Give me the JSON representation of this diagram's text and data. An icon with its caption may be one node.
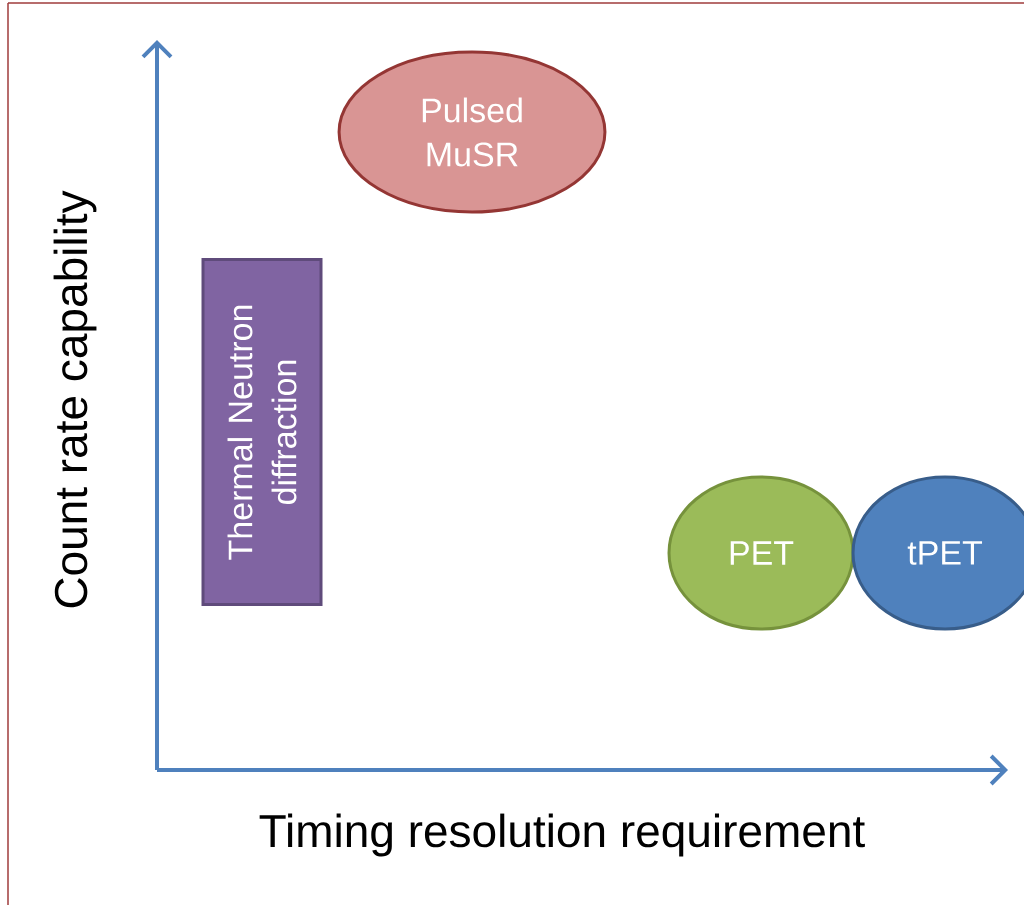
{
  "diagram": {
    "nodes": [
      {
        "text": [
          "Pulsed MuSR"
        ]
      },
      {
        "text": [
          "Thermal Neutron diffraction"
        ]
      },
      {
        "text": [
          "PET"
        ]
      },
      {
        "text": [
          "tPET"
        ]
      }
    ],
    "labels": [
      "Count rate capability",
      "Timing resolution requirement"
    ]
  }
}
